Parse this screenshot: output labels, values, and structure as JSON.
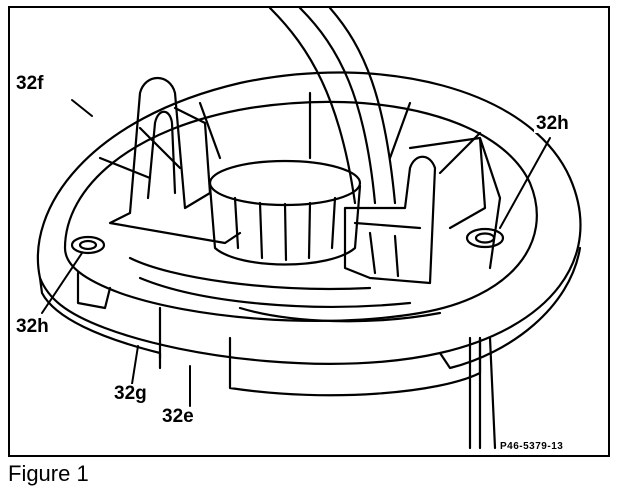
{
  "figure": {
    "callouts": {
      "top_left": "32f",
      "top_right": "32h",
      "left": "32h",
      "bottom_left": "32g",
      "bottom_center": "32e"
    },
    "reference_code": "P46-5379-13"
  },
  "caption": "Figure 1"
}
